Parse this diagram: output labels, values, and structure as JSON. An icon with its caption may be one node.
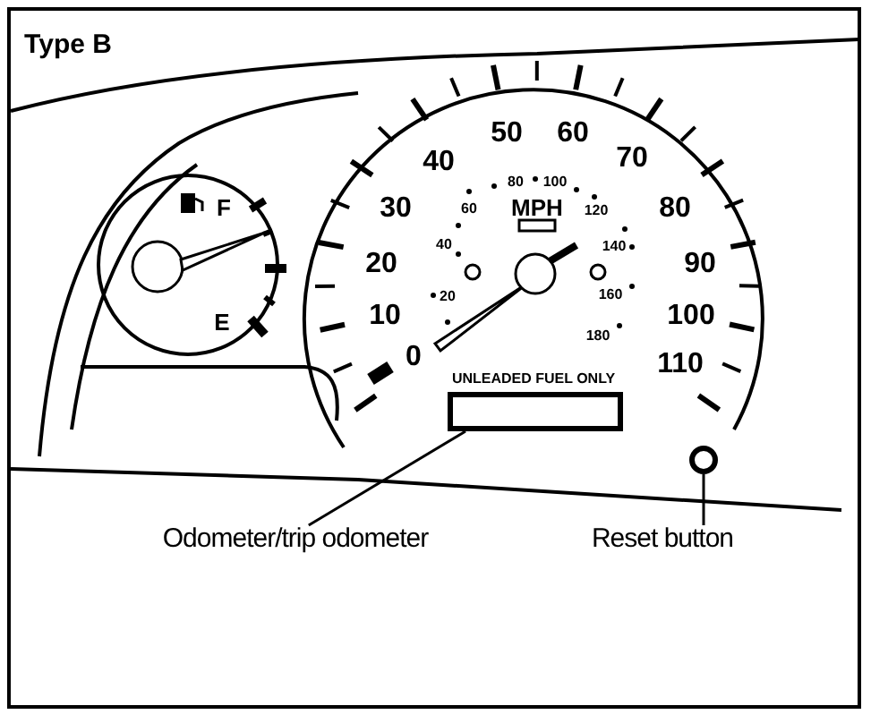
{
  "diagram": {
    "title": "Type B",
    "nodes": [
      {
        "text": [
          "Odometer/trip odometer"
        ]
      },
      {
        "text": [],
        "shape": "box"
      },
      {
        "text": [
          "Reset button"
        ]
      },
      {
        "text": [],
        "shape": "circle"
      }
    ],
    "edges": [
      {
        "from": 0,
        "to": 1,
        "arrow": "none"
      },
      {
        "from": 2,
        "to": 3,
        "arrow": "none"
      }
    ],
    "labels": [
      "0",
      "10",
      "20",
      "30",
      "40",
      "50",
      "60",
      "70",
      "80",
      "90",
      "100",
      "110",
      "20",
      "40",
      "60",
      "80",
      "100",
      "120",
      "140",
      "160",
      "180",
      "MPH",
      "UNLEADED FUEL ONLY",
      "F",
      "E"
    ]
  }
}
